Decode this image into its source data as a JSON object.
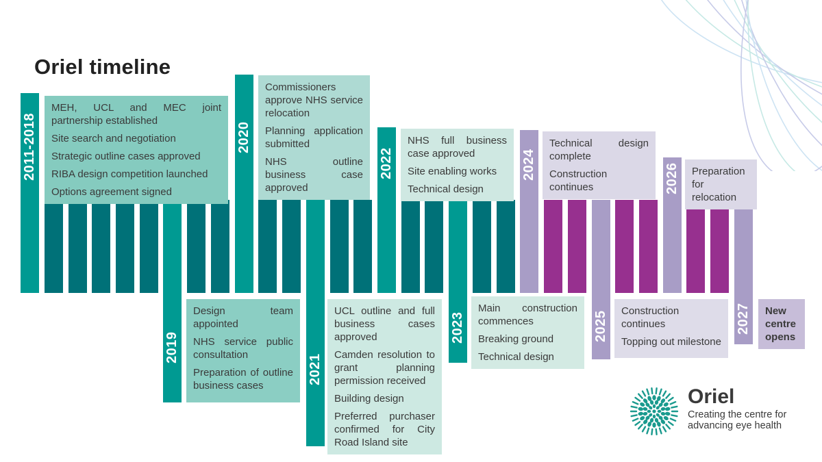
{
  "title": "Oriel timeline",
  "colors": {
    "teal_dark": "#007178",
    "teal_year": "#009a92",
    "magenta": "#97308f",
    "lavender_year": "#a89dc6",
    "year_label_text": "#ffffff",
    "box_text": "#3a3a3a",
    "logo_teal": "#1a9a8e"
  },
  "timeline": {
    "bars": [
      {
        "type": "year",
        "label": "2011-2018",
        "palette": "teal_year",
        "dir": "up",
        "extent": 136
      },
      {
        "type": "plain",
        "palette": "teal_dark"
      },
      {
        "type": "plain",
        "palette": "teal_dark"
      },
      {
        "type": "plain",
        "palette": "teal_dark"
      },
      {
        "type": "plain",
        "palette": "teal_dark"
      },
      {
        "type": "plain",
        "palette": "teal_dark"
      },
      {
        "type": "year",
        "label": "2019",
        "palette": "teal_year",
        "dir": "down",
        "extent": 588
      },
      {
        "type": "plain",
        "palette": "teal_dark"
      },
      {
        "type": "plain",
        "palette": "teal_dark"
      },
      {
        "type": "year",
        "label": "2020",
        "palette": "teal_year",
        "dir": "up",
        "extent": 109
      },
      {
        "type": "plain",
        "palette": "teal_dark"
      },
      {
        "type": "plain",
        "palette": "teal_dark"
      },
      {
        "type": "year",
        "label": "2021",
        "palette": "teal_year",
        "dir": "down",
        "extent": 652
      },
      {
        "type": "plain",
        "palette": "teal_dark"
      },
      {
        "type": "plain",
        "palette": "teal_dark"
      },
      {
        "type": "year",
        "label": "2022",
        "palette": "teal_year",
        "dir": "up",
        "extent": 186
      },
      {
        "type": "plain",
        "palette": "teal_dark"
      },
      {
        "type": "plain",
        "palette": "teal_dark"
      },
      {
        "type": "year",
        "label": "2023",
        "palette": "teal_year",
        "dir": "down",
        "extent": 530
      },
      {
        "type": "plain",
        "palette": "teal_dark"
      },
      {
        "type": "plain",
        "palette": "teal_dark"
      },
      {
        "type": "year",
        "label": "2024",
        "palette": "lavender_year",
        "dir": "up",
        "extent": 190
      },
      {
        "type": "plain",
        "palette": "magenta"
      },
      {
        "type": "plain",
        "palette": "magenta"
      },
      {
        "type": "year",
        "label": "2025",
        "palette": "lavender_year",
        "dir": "down",
        "extent": 525
      },
      {
        "type": "plain",
        "palette": "magenta"
      },
      {
        "type": "plain",
        "palette": "magenta"
      },
      {
        "type": "year",
        "label": "2026",
        "palette": "lavender_year",
        "dir": "up",
        "extent": 230
      },
      {
        "type": "plain",
        "palette": "magenta"
      },
      {
        "type": "plain",
        "palette": "magenta"
      },
      {
        "type": "year",
        "label": "2027",
        "palette": "lavender_year",
        "dir": "down",
        "extent": 503
      }
    ]
  },
  "boxes": {
    "b2011_2018": {
      "year": "2011-2018",
      "bg": "#85cbbf",
      "items": [
        "MEH, UCL and MEC joint partnership established",
        "Site search and negotiation",
        "Strategic outline cases approved",
        "RIBA design competition launched",
        "Options agreement signed"
      ]
    },
    "b2019": {
      "year": "2019",
      "bg": "#8bcec3",
      "items": [
        "Design team appointed",
        "NHS service public consultation",
        "Preparation of outline business cases"
      ]
    },
    "b2020": {
      "year": "2020",
      "bg": "#aedad3",
      "items": [
        "Commissioners approve NHS service relocation",
        "Planning application submitted",
        "NHS outline business case approved"
      ]
    },
    "b2021": {
      "year": "2021",
      "bg": "#cde9e2",
      "items": [
        "UCL outline and full business cases approved",
        "Camden resolution to grant planning permission received",
        "Building design",
        "Preferred purchaser confirmed for City Road Island site"
      ]
    },
    "b2022": {
      "year": "2022",
      "bg": "#cfe8e2",
      "items": [
        "NHS full business case approved",
        "Site enabling works",
        "Technical design"
      ]
    },
    "b2023": {
      "year": "2023",
      "bg": "#d3eae3",
      "items": [
        "Main construction commences",
        "Breaking ground",
        "Technical design"
      ]
    },
    "b2024": {
      "year": "2024",
      "bg": "#dbd8e7",
      "items": [
        "Technical design complete",
        "Construction continues"
      ]
    },
    "b2025": {
      "year": "2025",
      "bg": "#dedce9",
      "items": [
        "Construction continues",
        "Topping out milestone"
      ]
    },
    "b2026": {
      "year": "2026",
      "bg": "#dbd8e7",
      "items": [
        "Preparation for relocation"
      ]
    },
    "b2027": {
      "year": "2027",
      "bg": "#c7bdd9",
      "items": [
        "New centre opens"
      ]
    }
  },
  "logo": {
    "brand": "Oriel",
    "tagline_line1": "Creating the centre for",
    "tagline_line2": "advancing eye health"
  }
}
